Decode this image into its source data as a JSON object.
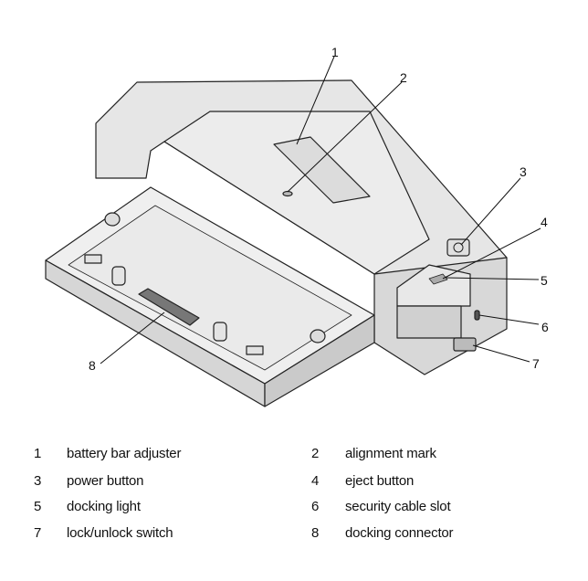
{
  "callouts": [
    "1",
    "2",
    "3",
    "4",
    "5",
    "6",
    "7",
    "8"
  ],
  "legend": [
    {
      "num": "1",
      "label": "battery bar adjuster"
    },
    {
      "num": "2",
      "label": "alignment mark"
    },
    {
      "num": "3",
      "label": "power button"
    },
    {
      "num": "4",
      "label": "eject button"
    },
    {
      "num": "5",
      "label": "docking light"
    },
    {
      "num": "6",
      "label": "security cable slot"
    },
    {
      "num": "7",
      "label": "lock/unlock switch"
    },
    {
      "num": "8",
      "label": "docking connector"
    }
  ]
}
